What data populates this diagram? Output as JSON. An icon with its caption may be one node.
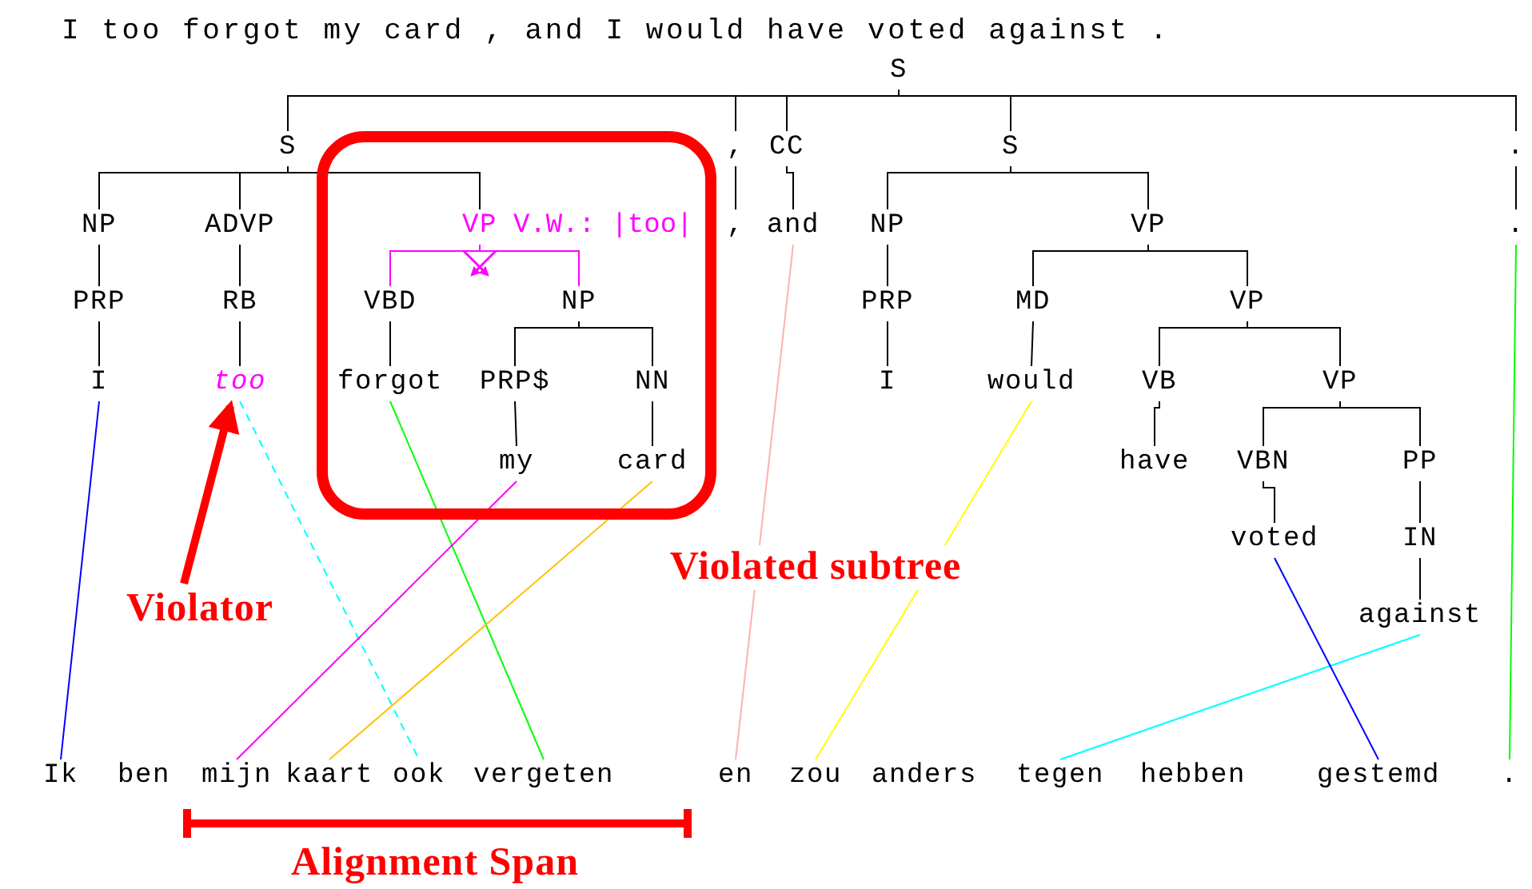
{
  "diagram": {
    "nodes": [
      {
        "text": [
          "S"
        ]
      },
      {
        "text": [
          "S"
        ]
      },
      {
        "text": [
          ","
        ]
      },
      {
        "text": [
          "CC"
        ]
      },
      {
        "text": [
          "S"
        ]
      },
      {
        "text": [
          "."
        ]
      },
      {
        "text": [
          "NP"
        ]
      },
      {
        "text": [
          "ADVP"
        ]
      },
      {
        "text": [
          "Violated subtree"
        ]
      },
      {
        "text": [
          "VP"
        ],
        "in": 8,
        "beside": [
          "V.W.: |too|"
        ]
      },
      {
        "text": [
          ","
        ]
      },
      {
        "text": [
          "and"
        ]
      },
      {
        "text": [
          "NP"
        ]
      },
      {
        "text": [
          "VP"
        ]
      },
      {
        "text": [
          "."
        ]
      },
      {
        "text": [
          "PRP"
        ]
      },
      {
        "text": [
          "RB"
        ]
      },
      {
        "text": [
          "VBD"
        ],
        "in": 8
      },
      {
        "text": [
          "NP"
        ],
        "in": 8
      },
      {
        "text": [
          "PRP"
        ]
      },
      {
        "text": [
          "MD"
        ]
      },
      {
        "text": [
          "VP"
        ]
      },
      {
        "text": [
          "I"
        ]
      },
      {
        "text": [
          "too"
        ]
      },
      {
        "text": [
          "forgot"
        ],
        "in": 8
      },
      {
        "text": [
          "PRP$"
        ],
        "in": 8
      },
      {
        "text": [
          "NN"
        ],
        "in": 8
      },
      {
        "text": [
          "I"
        ]
      },
      {
        "text": [
          "would"
        ]
      },
      {
        "text": [
          "VB"
        ]
      },
      {
        "text": [
          "VP"
        ]
      },
      {
        "text": [
          "my"
        ],
        "in": 8
      },
      {
        "text": [
          "card"
        ],
        "in": 8
      },
      {
        "text": [
          "have"
        ]
      },
      {
        "text": [
          "VBN"
        ]
      },
      {
        "text": [
          "PP"
        ]
      },
      {
        "text": [
          "voted"
        ]
      },
      {
        "text": [
          "IN"
        ]
      },
      {
        "text": [
          "against"
        ]
      },
      {
        "text": [
          "Ik"
        ]
      },
      {
        "text": [
          "ben"
        ]
      },
      {
        "text": [
          "mijn"
        ]
      },
      {
        "text": [
          "kaart"
        ]
      },
      {
        "text": [
          "ook"
        ]
      },
      {
        "text": [
          "vergeten"
        ]
      },
      {
        "text": [
          "en"
        ]
      },
      {
        "text": [
          "zou"
        ]
      },
      {
        "text": [
          "anders"
        ]
      },
      {
        "text": [
          "tegen"
        ]
      },
      {
        "text": [
          "hebben"
        ]
      },
      {
        "text": [
          "gestemd"
        ]
      },
      {
        "text": [
          "."
        ]
      },
      {
        "text": [
          "Violator"
        ]
      }
    ],
    "edges": [
      {
        "from": 0,
        "to": 1,
        "arrow": "none"
      },
      {
        "from": 0,
        "to": 2,
        "arrow": "none"
      },
      {
        "from": 0,
        "to": 3,
        "arrow": "none"
      },
      {
        "from": 0,
        "to": 4,
        "arrow": "none"
      },
      {
        "from": 0,
        "to": 5,
        "arrow": "none"
      },
      {
        "from": 1,
        "to": 6,
        "arrow": "none"
      },
      {
        "from": 1,
        "to": 7,
        "arrow": "none"
      },
      {
        "from": 1,
        "to": 9,
        "arrow": "none"
      },
      {
        "from": 2,
        "to": 10,
        "arrow": "none"
      },
      {
        "from": 3,
        "to": 11,
        "arrow": "none"
      },
      {
        "from": 4,
        "to": 12,
        "arrow": "none"
      },
      {
        "from": 4,
        "to": 13,
        "arrow": "none"
      },
      {
        "from": 5,
        "to": 14,
        "arrow": "none"
      },
      {
        "from": 6,
        "to": 15,
        "arrow": "none"
      },
      {
        "from": 7,
        "to": 16,
        "arrow": "none"
      },
      {
        "from": 9,
        "to": 17,
        "arrow": "none",
        "color": "#ff00ff"
      },
      {
        "from": 9,
        "to": 18,
        "arrow": "none",
        "color": "#ff00ff"
      },
      {
        "from": 12,
        "to": 19,
        "arrow": "none"
      },
      {
        "from": 13,
        "to": 20,
        "arrow": "none"
      },
      {
        "from": 13,
        "to": 21,
        "arrow": "none"
      },
      {
        "from": 15,
        "to": 22,
        "arrow": "none"
      },
      {
        "from": 16,
        "to": 23,
        "arrow": "none"
      },
      {
        "from": 17,
        "to": 24,
        "arrow": "none"
      },
      {
        "from": 18,
        "to": 25,
        "arrow": "none"
      },
      {
        "from": 18,
        "to": 26,
        "arrow": "none"
      },
      {
        "from": 19,
        "to": 27,
        "arrow": "none"
      },
      {
        "from": 20,
        "to": 28,
        "arrow": "none"
      },
      {
        "from": 21,
        "to": 29,
        "arrow": "none"
      },
      {
        "from": 21,
        "to": 30,
        "arrow": "none"
      },
      {
        "from": 25,
        "to": 31,
        "arrow": "none"
      },
      {
        "from": 26,
        "to": 32,
        "arrow": "none"
      },
      {
        "from": 29,
        "to": 33,
        "arrow": "none"
      },
      {
        "from": 30,
        "to": 34,
        "arrow": "none"
      },
      {
        "from": 30,
        "to": 35,
        "arrow": "none"
      },
      {
        "from": 34,
        "to": 36,
        "arrow": "none"
      },
      {
        "from": 35,
        "to": 37,
        "arrow": "none"
      },
      {
        "from": 37,
        "to": 38,
        "arrow": "none"
      },
      {
        "from": 22,
        "to": 39,
        "arrow": "none",
        "color": "#0000ff"
      },
      {
        "from": 23,
        "to": 43,
        "arrow": "none",
        "style": "dashed",
        "color": "#00ffff"
      },
      {
        "from": 24,
        "to": 44,
        "arrow": "none",
        "color": "#00ff00"
      },
      {
        "from": 31,
        "to": 41,
        "arrow": "none",
        "color": "#ff00ff"
      },
      {
        "from": 32,
        "to": 42,
        "arrow": "none",
        "color": "#ffc000"
      },
      {
        "from": 11,
        "to": 45,
        "arrow": "none",
        "color": "#ffb0b0"
      },
      {
        "from": 28,
        "to": 46,
        "arrow": "none",
        "color": "#ffff00"
      },
      {
        "from": 38,
        "to": 48,
        "arrow": "none",
        "color": "#00ffff"
      },
      {
        "from": 36,
        "to": 50,
        "arrow": "none",
        "color": "#0000ff"
      },
      {
        "from": 14,
        "to": 51,
        "arrow": "none",
        "color": "#00ff00"
      },
      {
        "from": 52,
        "to": 23,
        "arrow": "to",
        "style": "thick",
        "color": "#ff0000"
      }
    ],
    "labels": [
      "I too forgot my card , and I would have voted against .",
      "Alignment Span"
    ]
  }
}
